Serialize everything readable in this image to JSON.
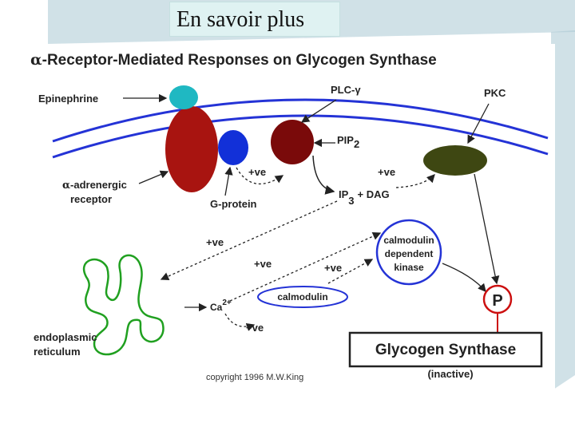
{
  "slide_title": "En savoir plus",
  "figure": {
    "heading": "-Receptor-Mediated Responses on Glycogen Synthase",
    "heading_greek": "α",
    "labels": {
      "epinephrine": "Epinephrine",
      "plc": "PLC-γ",
      "pkc": "PKC",
      "pip2_main": "PIP",
      "pip2_sub": "2",
      "ve_top_left": "+ve",
      "ve_top_right": "+ve",
      "receptor_greek": "α",
      "receptor_line1": "-adrenergic",
      "receptor_line2": "receptor",
      "gprotein": "G-protein",
      "ip3_main": "IP",
      "ip3_sub": "3",
      "ip3_rest": "+ DAG",
      "ve_mid_left": "+ve",
      "ve_mid_center": "+ve",
      "ve_mid_right": "+ve",
      "cam_kinase_1": "calmodulin",
      "cam_kinase_2": "dependent",
      "cam_kinase_3": "kinase",
      "calmodulin": "calmodulin",
      "ca": "Ca",
      "ca_sup": "2+",
      "ve_bottom": "+ve",
      "phospho": "P",
      "er_line1": "endoplasmic",
      "er_line2": "reticulum",
      "gs": "Glycogen Synthase",
      "inactive": "(inactive)",
      "copyright": "copyright 1996 M.W.King"
    }
  },
  "colors": {
    "membrane": "#2433d6",
    "epinephrine": "#1fb8c2",
    "receptor": "#a81410",
    "gprotein": "#1230d8",
    "plc": "#7a0a0a",
    "pkc": "#3e4712",
    "er": "#20a020",
    "phospho": "#cc1010",
    "slide_band": "#a9c8d4"
  }
}
